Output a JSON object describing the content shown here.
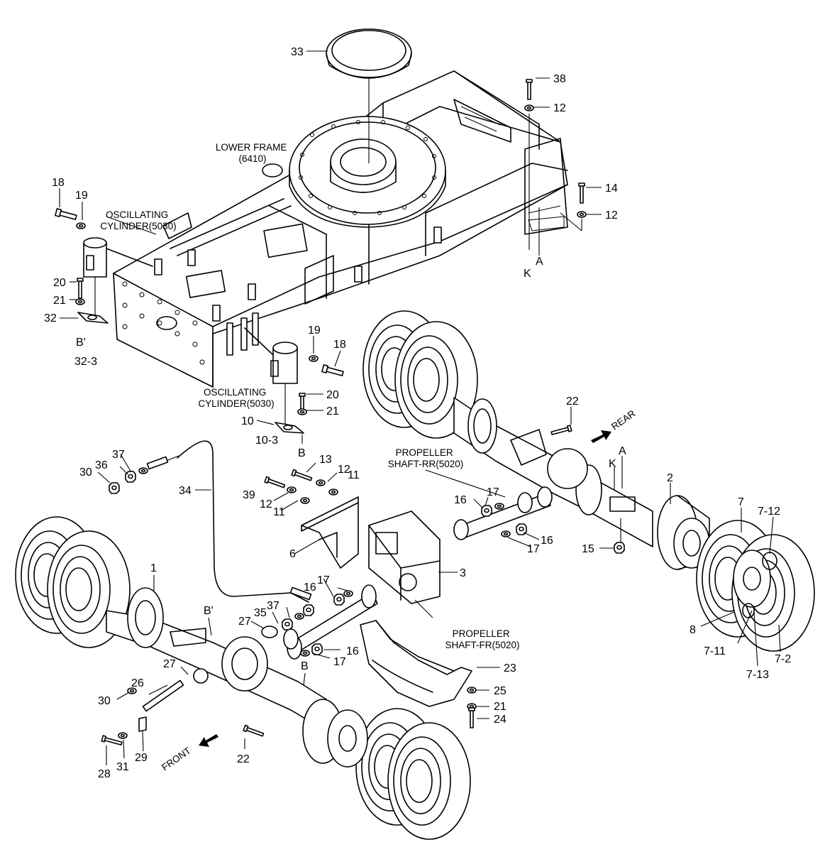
{
  "captions": {
    "lower_frame": [
      "LOWER FRAME",
      "(6410)"
    ],
    "osc_cyl_top": [
      "OSCILLATING",
      "CYLINDER(5030)"
    ],
    "osc_cyl_mid": [
      "OSCILLATING",
      "CYLINDER(5030)"
    ],
    "prop_rr": [
      "PROPELLER",
      "SHAFT-RR(5020)"
    ],
    "prop_fr": [
      "PROPELLER",
      "SHAFT-FR(5020)"
    ],
    "rear": "REAR",
    "front": "FRONT"
  },
  "callouts": [
    {
      "id": "c33",
      "text": "33"
    },
    {
      "id": "c38",
      "text": "38"
    },
    {
      "id": "c12a",
      "text": "12"
    },
    {
      "id": "c14",
      "text": "14"
    },
    {
      "id": "c12b",
      "text": "12"
    },
    {
      "id": "cKa",
      "text": "K"
    },
    {
      "id": "cAa",
      "text": "A"
    },
    {
      "id": "c18a",
      "text": "18"
    },
    {
      "id": "c19a",
      "text": "19"
    },
    {
      "id": "c20a",
      "text": "20"
    },
    {
      "id": "c21a",
      "text": "21"
    },
    {
      "id": "c32",
      "text": "32"
    },
    {
      "id": "cBpa",
      "text": "B'"
    },
    {
      "id": "c32_3",
      "text": "32-3"
    },
    {
      "id": "c19b",
      "text": "19"
    },
    {
      "id": "c18b",
      "text": "18"
    },
    {
      "id": "c20b",
      "text": "20"
    },
    {
      "id": "c21b",
      "text": "21"
    },
    {
      "id": "c10",
      "text": "10"
    },
    {
      "id": "c10_3",
      "text": "10-3"
    },
    {
      "id": "cBa",
      "text": "B"
    },
    {
      "id": "c22a",
      "text": "22"
    },
    {
      "id": "cAb",
      "text": "A"
    },
    {
      "id": "cKb",
      "text": "K"
    },
    {
      "id": "c2",
      "text": "2"
    },
    {
      "id": "c7",
      "text": "7"
    },
    {
      "id": "c7_12",
      "text": "7-12"
    },
    {
      "id": "c37a",
      "text": "37"
    },
    {
      "id": "c30a",
      "text": "30"
    },
    {
      "id": "c36",
      "text": "36"
    },
    {
      "id": "c13",
      "text": "13"
    },
    {
      "id": "c12c",
      "text": "12"
    },
    {
      "id": "c11a",
      "text": "11"
    },
    {
      "id": "c39",
      "text": "39"
    },
    {
      "id": "c12d",
      "text": "12"
    },
    {
      "id": "c11b",
      "text": "11"
    },
    {
      "id": "c34",
      "text": "34"
    },
    {
      "id": "c17a",
      "text": "17"
    },
    {
      "id": "c16a",
      "text": "16"
    },
    {
      "id": "c16b",
      "text": "16"
    },
    {
      "id": "c17b",
      "text": "17"
    },
    {
      "id": "c15",
      "text": "15"
    },
    {
      "id": "c6",
      "text": "6"
    },
    {
      "id": "c3",
      "text": "3"
    },
    {
      "id": "c1",
      "text": "1"
    },
    {
      "id": "cBpb",
      "text": "B'"
    },
    {
      "id": "c17c",
      "text": "17"
    },
    {
      "id": "c16c",
      "text": "16"
    },
    {
      "id": "c37b",
      "text": "37"
    },
    {
      "id": "c35",
      "text": "35"
    },
    {
      "id": "c27a",
      "text": "27"
    },
    {
      "id": "c16d",
      "text": "16"
    },
    {
      "id": "c17d",
      "text": "17"
    },
    {
      "id": "c8",
      "text": "8"
    },
    {
      "id": "c7_11",
      "text": "7-11"
    },
    {
      "id": "c7_2",
      "text": "7-2"
    },
    {
      "id": "c7_13",
      "text": "7-13"
    },
    {
      "id": "c27b",
      "text": "27"
    },
    {
      "id": "cBb",
      "text": "B"
    },
    {
      "id": "c23",
      "text": "23"
    },
    {
      "id": "c26",
      "text": "26"
    },
    {
      "id": "c25",
      "text": "25"
    },
    {
      "id": "c21c",
      "text": "21"
    },
    {
      "id": "c30b",
      "text": "30"
    },
    {
      "id": "c24",
      "text": "24"
    },
    {
      "id": "c22b",
      "text": "22"
    },
    {
      "id": "c28",
      "text": "28"
    },
    {
      "id": "c31",
      "text": "31"
    },
    {
      "id": "c29",
      "text": "29"
    }
  ]
}
